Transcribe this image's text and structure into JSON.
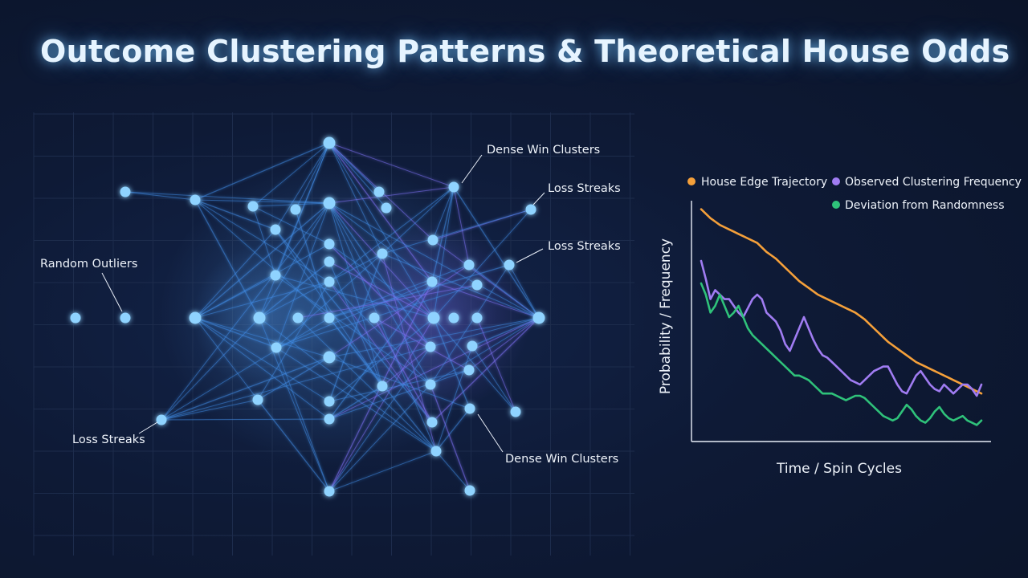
{
  "page_title": "Outcome Clustering Patterns & Theoretical House Odds",
  "network": {
    "annotations": [
      {
        "id": "ann-dense-win-top",
        "text": "Dense Win Clusters"
      },
      {
        "id": "ann-loss-streaks-top",
        "text": "Loss Streaks"
      },
      {
        "id": "ann-loss-streaks-mid",
        "text": "Loss Streaks"
      },
      {
        "id": "ann-random-outliers",
        "text": "Random Outliers"
      },
      {
        "id": "ann-loss-streaks-bottom",
        "text": "Loss Streaks"
      },
      {
        "id": "ann-dense-win-bottom",
        "text": "Dense Win Clusters"
      }
    ]
  },
  "chart_data": {
    "type": "line",
    "title": "",
    "xlabel": "Time / Spin Cycles",
    "ylabel": "Probability / Frequency",
    "grid": false,
    "legend_position": "top",
    "ylim": [
      0,
      1
    ],
    "x": [
      0,
      1,
      2,
      3,
      4,
      5,
      6,
      7,
      8,
      9,
      10,
      11,
      12,
      13,
      14,
      15,
      16,
      17,
      18,
      19,
      20,
      21,
      22,
      23,
      24,
      25,
      26,
      27,
      28,
      29,
      30,
      31,
      32,
      33,
      34,
      35,
      36,
      37,
      38,
      39,
      40,
      41,
      42,
      43,
      44,
      45,
      46,
      47,
      48,
      49,
      50,
      51,
      52,
      53,
      54,
      55,
      56,
      57,
      58,
      59,
      60
    ],
    "series": [
      {
        "name": "House Edge Trajectory",
        "color": "#f5a03a",
        "values": [
          0.98,
          0.96,
          0.94,
          0.925,
          0.91,
          0.9,
          0.89,
          0.88,
          0.87,
          0.86,
          0.85,
          0.84,
          0.83,
          0.81,
          0.79,
          0.775,
          0.76,
          0.74,
          0.72,
          0.7,
          0.68,
          0.66,
          0.645,
          0.63,
          0.615,
          0.6,
          0.59,
          0.58,
          0.57,
          0.56,
          0.55,
          0.54,
          0.53,
          0.52,
          0.505,
          0.49,
          0.47,
          0.45,
          0.43,
          0.41,
          0.39,
          0.375,
          0.36,
          0.345,
          0.33,
          0.315,
          0.3,
          0.29,
          0.28,
          0.27,
          0.26,
          0.25,
          0.24,
          0.23,
          0.22,
          0.21,
          0.2,
          0.19,
          0.18,
          0.17,
          0.16
        ]
      },
      {
        "name": "Observed Clustering Frequency",
        "color": "#a07cf2",
        "values": [
          0.75,
          0.67,
          0.58,
          0.62,
          0.6,
          0.58,
          0.58,
          0.55,
          0.52,
          0.5,
          0.54,
          0.58,
          0.6,
          0.58,
          0.52,
          0.5,
          0.48,
          0.44,
          0.38,
          0.35,
          0.4,
          0.45,
          0.5,
          0.45,
          0.4,
          0.36,
          0.33,
          0.32,
          0.3,
          0.28,
          0.26,
          0.24,
          0.22,
          0.21,
          0.2,
          0.22,
          0.24,
          0.26,
          0.27,
          0.28,
          0.28,
          0.24,
          0.2,
          0.17,
          0.16,
          0.2,
          0.24,
          0.26,
          0.23,
          0.2,
          0.18,
          0.17,
          0.2,
          0.18,
          0.16,
          0.18,
          0.2,
          0.2,
          0.18,
          0.15,
          0.2
        ]
      },
      {
        "name": "Deviation from Randomness",
        "color": "#2fc27a",
        "values": [
          0.65,
          0.6,
          0.52,
          0.55,
          0.6,
          0.55,
          0.5,
          0.52,
          0.55,
          0.5,
          0.45,
          0.42,
          0.4,
          0.38,
          0.36,
          0.34,
          0.32,
          0.3,
          0.28,
          0.26,
          0.24,
          0.24,
          0.23,
          0.22,
          0.2,
          0.18,
          0.16,
          0.16,
          0.16,
          0.15,
          0.14,
          0.13,
          0.14,
          0.15,
          0.15,
          0.14,
          0.12,
          0.1,
          0.08,
          0.06,
          0.05,
          0.04,
          0.05,
          0.08,
          0.11,
          0.09,
          0.06,
          0.04,
          0.03,
          0.05,
          0.08,
          0.1,
          0.07,
          0.05,
          0.04,
          0.05,
          0.06,
          0.04,
          0.03,
          0.02,
          0.04
        ]
      }
    ]
  }
}
